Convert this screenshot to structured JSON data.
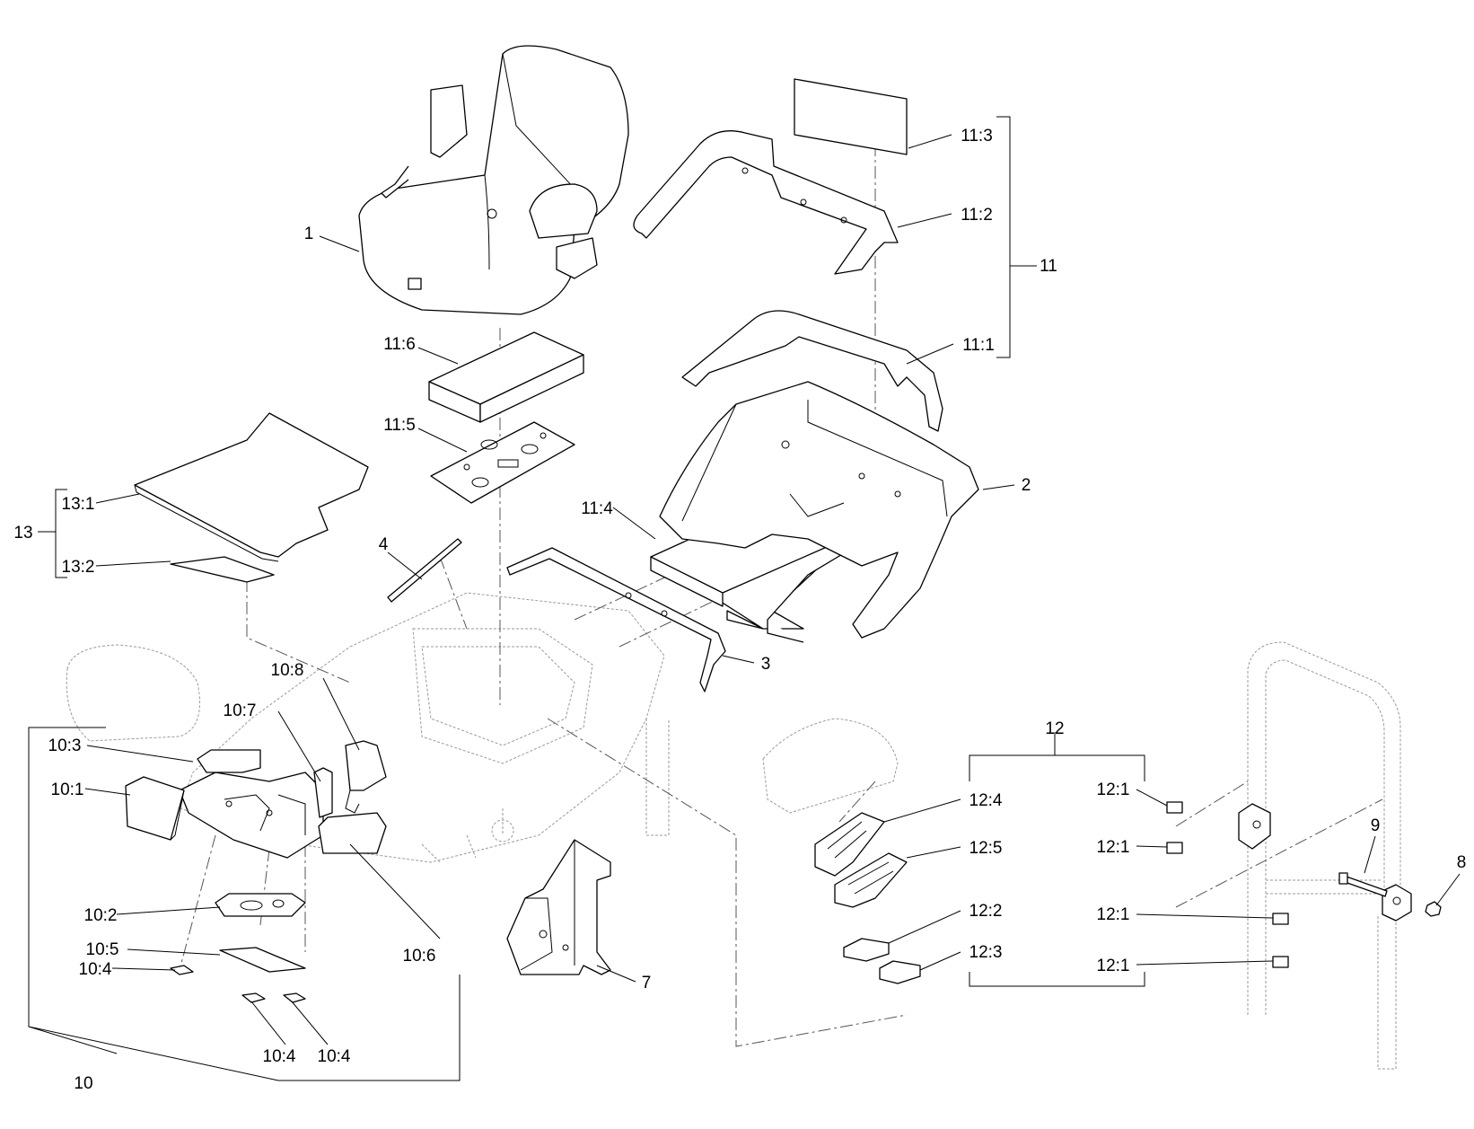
{
  "callouts": {
    "c1": "1",
    "c2": "2",
    "c3": "3",
    "c4": "4",
    "c7": "7",
    "c8": "8",
    "c9": "9",
    "c10": "10",
    "c10_1": "10:1",
    "c10_2": "10:2",
    "c10_3": "10:3",
    "c10_4a": "10:4",
    "c10_4b": "10:4",
    "c10_4c": "10:4",
    "c10_5": "10:5",
    "c10_6": "10:6",
    "c10_7": "10:7",
    "c10_8": "10:8",
    "c11": "11",
    "c11_1": "11:1",
    "c11_2": "11:2",
    "c11_3": "11:3",
    "c11_4": "11:4",
    "c11_5": "11:5",
    "c11_6": "11:6",
    "c12": "12",
    "c12_1a": "12:1",
    "c12_1b": "12:1",
    "c12_1c": "12:1",
    "c12_1d": "12:1",
    "c12_2": "12:2",
    "c12_3": "12:3",
    "c12_4": "12:4",
    "c12_5": "12:5",
    "c13": "13",
    "c13_1": "13:1",
    "c13_2": "13:2"
  },
  "colors": {
    "line": "#000000",
    "ghost": "#9a9a9a",
    "background": "#ffffff"
  }
}
